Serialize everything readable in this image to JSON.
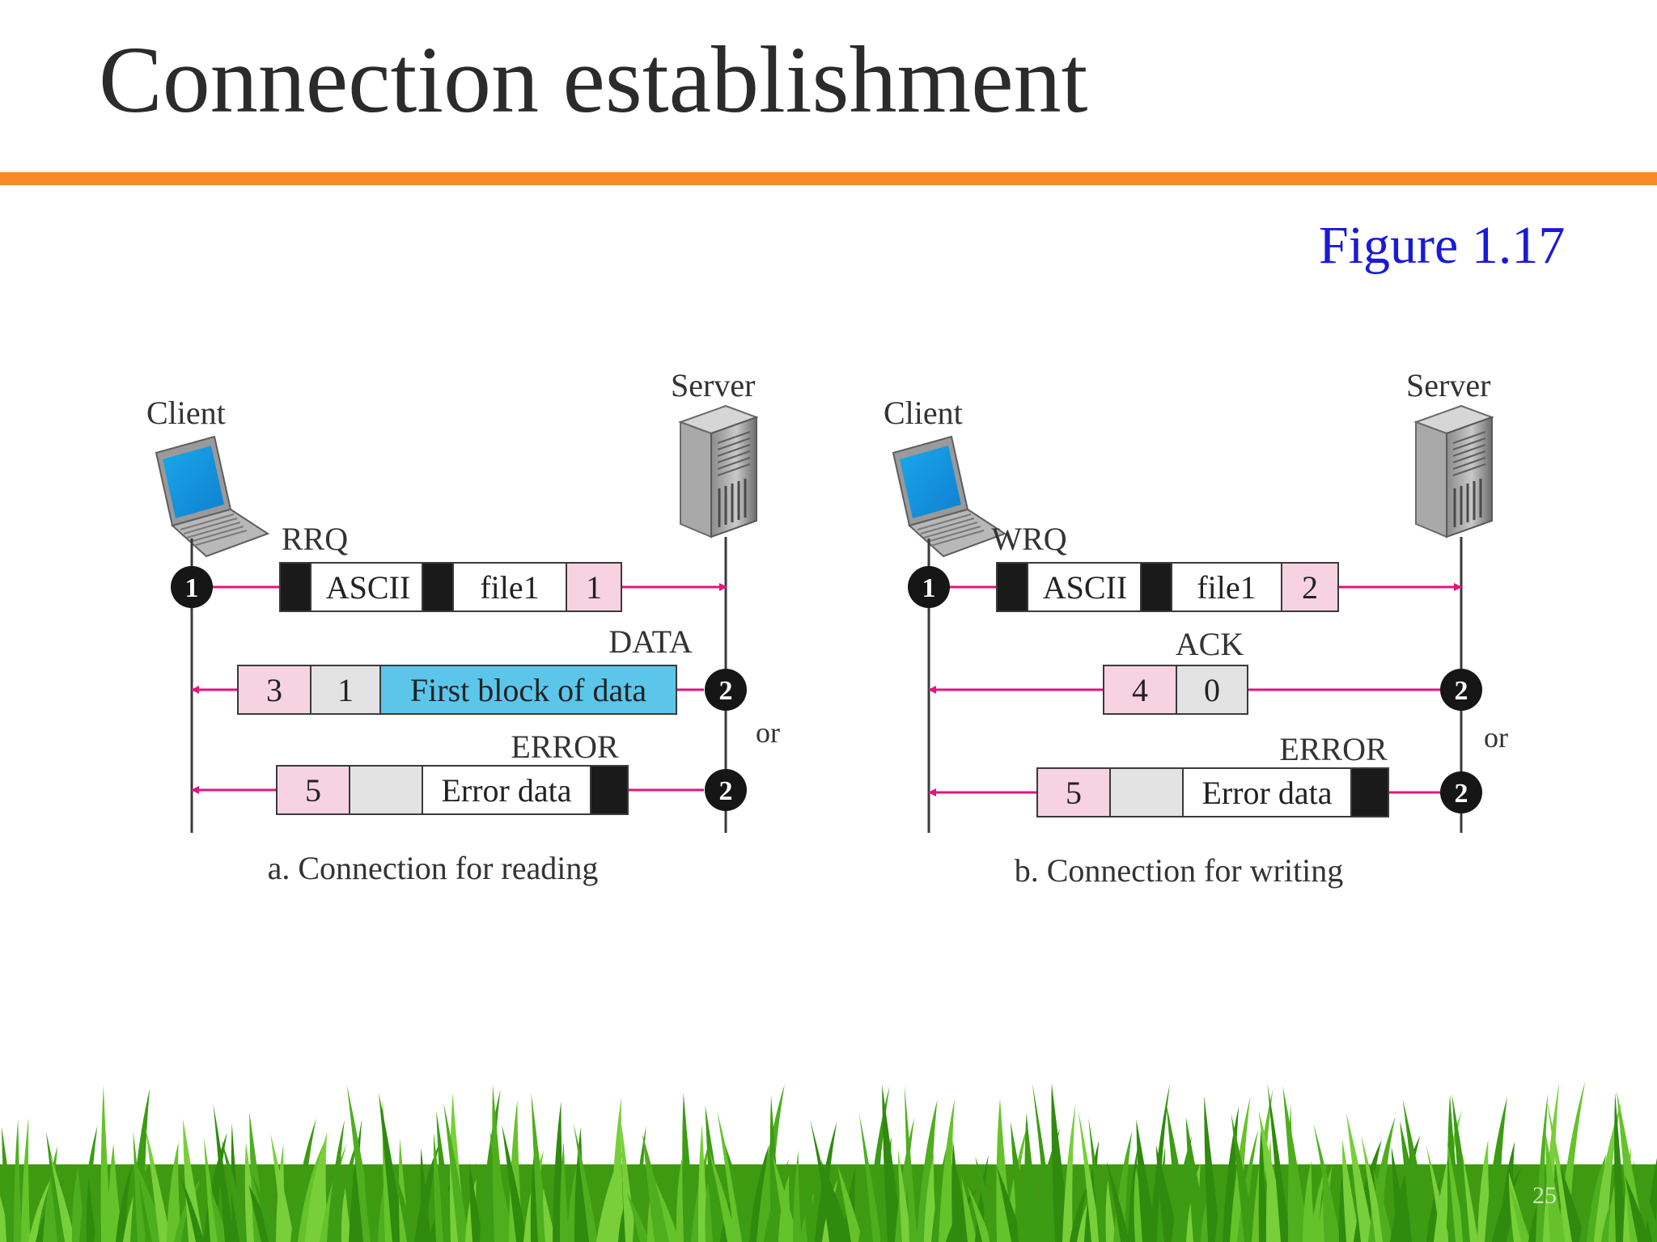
{
  "slide": {
    "title": "Connection establishment",
    "figure_label": "Figure 1.17",
    "page_number": "25"
  },
  "colors": {
    "accent_rule": "#f68a2a",
    "figure_label": "#1a1ad6",
    "arrow": "#e0157e",
    "pink_cell": "#f7d3e1",
    "grey_cell": "#e3e3e3",
    "blue_cell": "#5cc6ea",
    "grass": "#4fae1e"
  },
  "panels": [
    {
      "caption": "a. Connection for reading",
      "client_label": "Client",
      "server_label": "Server",
      "or_label": "or",
      "messages": [
        {
          "label": "RRQ",
          "step": "1",
          "direction": "to-server",
          "fields": [
            {
              "text": "",
              "kind": "black"
            },
            {
              "text": "ASCII",
              "kind": "white"
            },
            {
              "text": "",
              "kind": "black"
            },
            {
              "text": "file1",
              "kind": "white"
            },
            {
              "text": "1",
              "kind": "pink"
            }
          ]
        },
        {
          "label": "DATA",
          "step": "2",
          "direction": "to-client",
          "fields": [
            {
              "text": "3",
              "kind": "pink"
            },
            {
              "text": "1",
              "kind": "grey"
            },
            {
              "text": "First block of data",
              "kind": "blue"
            }
          ]
        },
        {
          "label": "ERROR",
          "step": "2",
          "direction": "to-client",
          "fields": [
            {
              "text": "5",
              "kind": "pink"
            },
            {
              "text": "",
              "kind": "grey"
            },
            {
              "text": "Error data",
              "kind": "white"
            },
            {
              "text": "",
              "kind": "black"
            }
          ]
        }
      ]
    },
    {
      "caption": "b. Connection for writing",
      "client_label": "Client",
      "server_label": "Server",
      "or_label": "or",
      "messages": [
        {
          "label": "WRQ",
          "step": "1",
          "direction": "to-server",
          "fields": [
            {
              "text": "",
              "kind": "black"
            },
            {
              "text": "ASCII",
              "kind": "white"
            },
            {
              "text": "",
              "kind": "black"
            },
            {
              "text": "file1",
              "kind": "white"
            },
            {
              "text": "2",
              "kind": "pink"
            }
          ]
        },
        {
          "label": "ACK",
          "step": "2",
          "direction": "to-client",
          "fields": [
            {
              "text": "4",
              "kind": "pink"
            },
            {
              "text": "0",
              "kind": "grey"
            }
          ]
        },
        {
          "label": "ERROR",
          "step": "2",
          "direction": "to-client",
          "fields": [
            {
              "text": "5",
              "kind": "pink"
            },
            {
              "text": "",
              "kind": "grey"
            },
            {
              "text": "Error data",
              "kind": "white"
            },
            {
              "text": "",
              "kind": "black"
            }
          ]
        }
      ]
    }
  ]
}
